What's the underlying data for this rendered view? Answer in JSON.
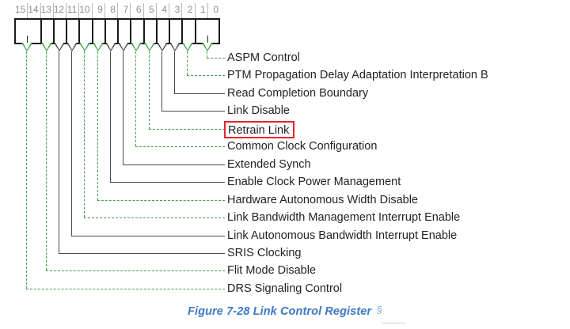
{
  "figure": {
    "caption": "Figure 7-28 Link Control Register",
    "section_symbol": "§"
  },
  "register": {
    "name": "Link Control Register",
    "width_bits": 16,
    "bit_numbers": [
      "15",
      "14",
      "13",
      "12",
      "11",
      "10",
      "9",
      "8",
      "7",
      "6",
      "5",
      "4",
      "3",
      "2",
      "1",
      "0"
    ],
    "cells": [
      {
        "bits": "15:14",
        "span": 2
      },
      {
        "bits": "13",
        "span": 1
      },
      {
        "bits": "12",
        "span": 1
      },
      {
        "bits": "11",
        "span": 1
      },
      {
        "bits": "10",
        "span": 1
      },
      {
        "bits": "9",
        "span": 1
      },
      {
        "bits": "8",
        "span": 1
      },
      {
        "bits": "7",
        "span": 1
      },
      {
        "bits": "6",
        "span": 1
      },
      {
        "bits": "5",
        "span": 1
      },
      {
        "bits": "4",
        "span": 1
      },
      {
        "bits": "3",
        "span": 1
      },
      {
        "bits": "2",
        "span": 1
      },
      {
        "bits": "1:0",
        "span": 2
      }
    ]
  },
  "colors": {
    "leader_dashed": "#3fa34a",
    "leader_solid": "#4a4a4a",
    "highlight_box": "#e8232a",
    "caption": "#3c78c8",
    "register_outline": "#1a1a1a",
    "bit_number": "#8d8d8d"
  },
  "fields": [
    {
      "label": "ASPM Control",
      "bits": "1:0",
      "line": "dashed",
      "highlighted": false
    },
    {
      "label": "PTM Propagation Delay Adaptation Interpretation B",
      "bits": "2",
      "line": "dashed",
      "highlighted": false
    },
    {
      "label": "Read Completion Boundary",
      "bits": "3",
      "line": "solid",
      "highlighted": false
    },
    {
      "label": "Link Disable",
      "bits": "4",
      "line": "solid",
      "highlighted": false
    },
    {
      "label": "Retrain Link",
      "bits": "5",
      "line": "dashed",
      "highlighted": true
    },
    {
      "label": "Common Clock Configuration",
      "bits": "6",
      "line": "dashed",
      "highlighted": false
    },
    {
      "label": "Extended Synch",
      "bits": "7",
      "line": "solid",
      "highlighted": false
    },
    {
      "label": "Enable Clock Power Management",
      "bits": "8",
      "line": "solid",
      "highlighted": false
    },
    {
      "label": "Hardware Autonomous Width Disable",
      "bits": "9",
      "line": "dashed",
      "highlighted": false
    },
    {
      "label": "Link Bandwidth Management Interrupt Enable",
      "bits": "10",
      "line": "dashed",
      "highlighted": false
    },
    {
      "label": "Link Autonomous Bandwidth Interrupt Enable",
      "bits": "11",
      "line": "solid",
      "highlighted": false
    },
    {
      "label": "SRIS Clocking",
      "bits": "12",
      "line": "solid",
      "highlighted": false
    },
    {
      "label": "Flit Mode Disable",
      "bits": "13",
      "line": "dashed",
      "highlighted": false
    },
    {
      "label": "DRS Signaling Control",
      "bits": "15:14",
      "line": "dashed",
      "highlighted": false
    }
  ]
}
